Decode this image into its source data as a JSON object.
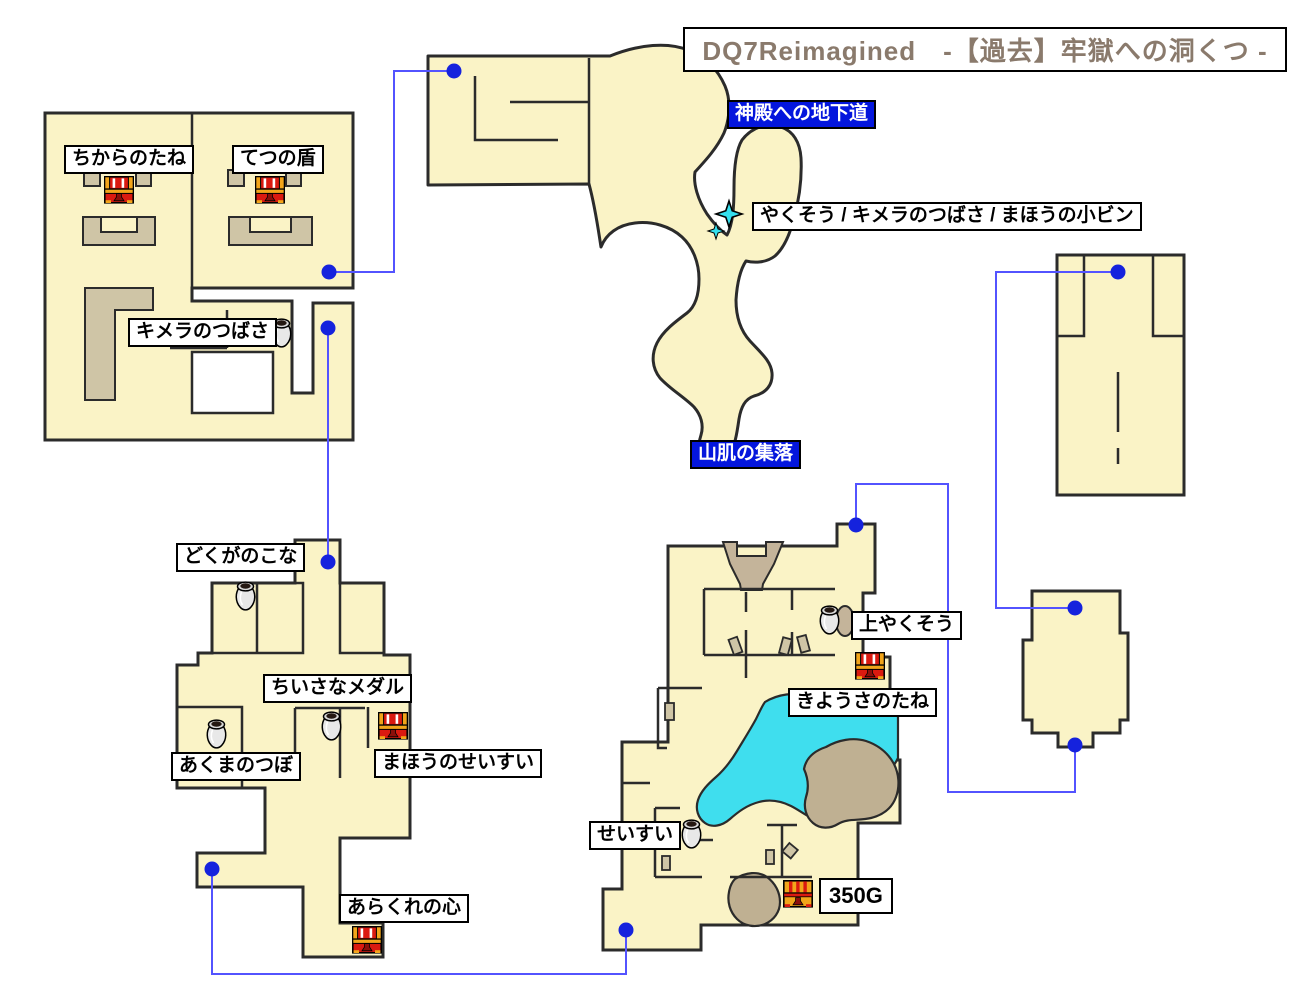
{
  "title": "DQ7Reimagined　-【過去】牢獄への洞くつ -",
  "map_name": "牢獄への洞くつ",
  "era_tag": "【過去】",
  "destinations": {
    "temple_passage": "神殿への地下道",
    "village": "山肌の集落"
  },
  "item_labels": {
    "sparkle_items": "やくそう / キメラのつばさ / まほうの小ビン",
    "chikara_no_tane": "ちからのたね",
    "tetsu_no_tate": "てつの盾",
    "kimera_no_tsubasa": "キメラのつばさ",
    "dokuga_no_kona": "どくがのこな",
    "chiisana_medal": "ちいさなメダル",
    "akuma_no_tsubo": "あくまのつぼ",
    "mahou_no_seisui": "まほうのせいすい",
    "arakure_no_kokoro": "あらくれの心",
    "jou_yakusou": "上やくそう",
    "kiyousa_no_tane": "きようさのたね",
    "seisui": "せいすい",
    "gold_350": "350G"
  },
  "colors": {
    "floor": "#faf3c6",
    "wall": "#2b2b2b",
    "structure": "#cfc5a6",
    "rock": "#bfb092",
    "water": "#3fdeee",
    "connector_line": "#5353ff",
    "marker_dot": "#1522dd",
    "label_blue_bg": "#0416dd",
    "title_text": "#8a7a6c",
    "sparkle": "#35e0ee",
    "chest_red": "#da1a10",
    "chest_gold": "#f2a51a"
  },
  "icons": {
    "treasure-chest-icon": "red treasure chest",
    "gold-chest-icon": "gold treasure chest (350G)",
    "pot-icon": "clay pot item spot",
    "sparkle-icon": "shining pickup spot",
    "portal-dot-icon": "blue passage marker dot"
  }
}
